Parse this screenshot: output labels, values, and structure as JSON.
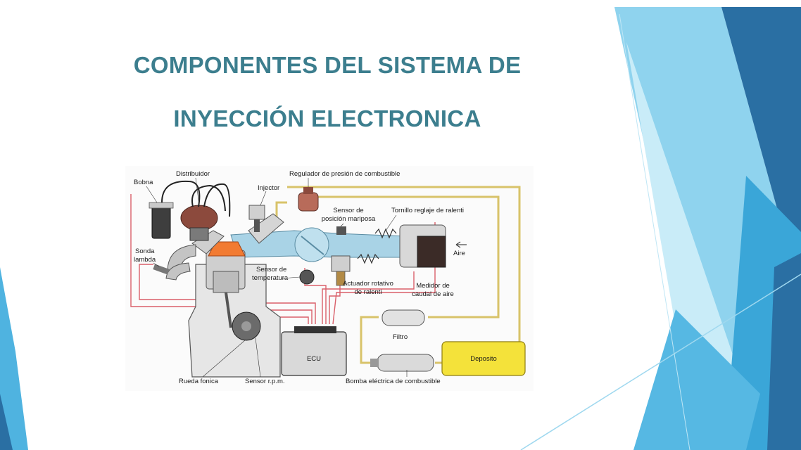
{
  "slide": {
    "title_line_1": "COMPONENTES DEL SISTEMA DE",
    "title_line_2": "INYECCIÓN ELECTRONICA"
  },
  "diagram": {
    "labels": {
      "bobina": "Bobna",
      "distribuidor": "Distribuidor",
      "inyector": "Injector",
      "regulador": "Regulador de presión de combustible",
      "sensor_mariposa_1": "Sensor de",
      "sensor_mariposa_2": "posición mariposa",
      "tornillo": "Tornillo reglaje de ralenti",
      "sonda_1": "Sonda",
      "sonda_2": "lambda",
      "aire": "Aire",
      "sensor_temp_1": "Sensor de",
      "sensor_temp_2": "temperatura",
      "actuador_1": "Actuador rotativo",
      "actuador_2": "de ralenti",
      "medidor_1": "Medidor de",
      "medidor_2": "caudal de aire",
      "filtro": "Filtro",
      "ecu": "ECU",
      "deposito": "Deposito",
      "rueda_fonica": "Rueda fonica",
      "sensor_rpm": "Sensor r.p.m.",
      "bomba": "Bomba eléctrica de combustible"
    }
  },
  "colors": {
    "title": "#3c7e8e",
    "accent_light": "#8fd3ee",
    "accent_mid": "#3aa6d8",
    "accent_dark": "#2a6fa3",
    "fuel_line": "#d8c36a",
    "air_duct": "#a9d3e6",
    "signal_wire": "#d9606a",
    "tank": "#f4e23a"
  }
}
